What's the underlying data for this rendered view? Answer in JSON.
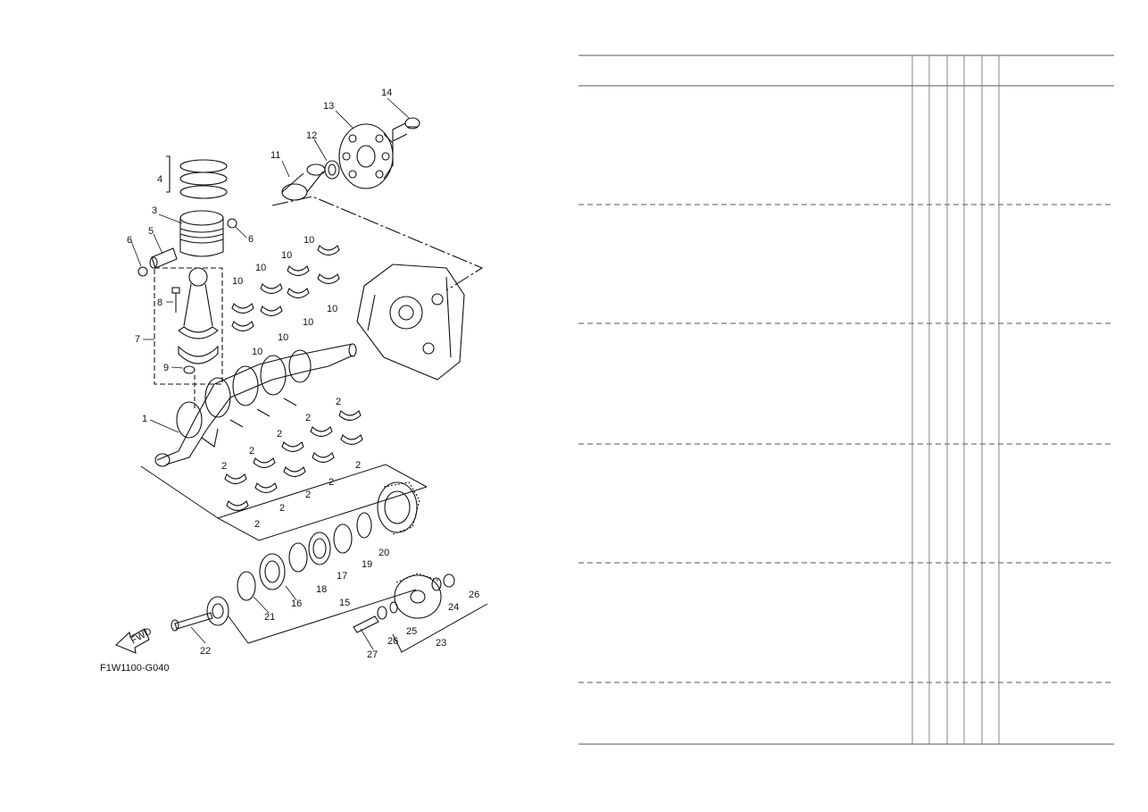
{
  "diagram": {
    "drawing_code": "F1W1100-G040",
    "fwd_label": "FWD",
    "callouts": [
      "1",
      "2",
      "3",
      "4",
      "5",
      "6",
      "7",
      "8",
      "9",
      "10",
      "11",
      "12",
      "13",
      "14",
      "15",
      "16",
      "17",
      "18",
      "19",
      "20",
      "21",
      "22",
      "23",
      "24",
      "25",
      "26",
      "27"
    ]
  },
  "parts_table": {
    "row_groups": 6,
    "qty_columns": 5
  }
}
